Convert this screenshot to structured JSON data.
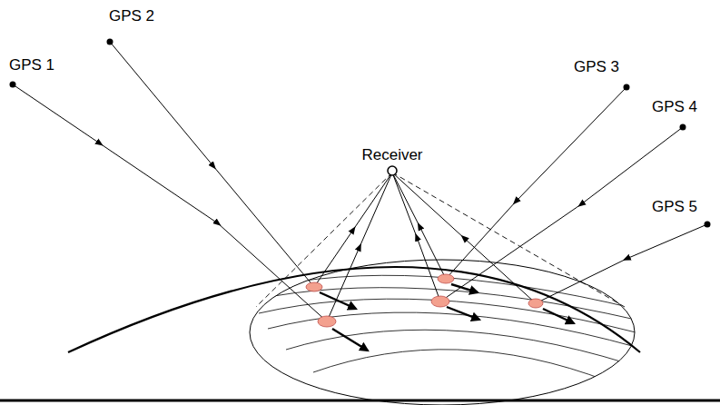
{
  "diagram": {
    "labels": [
      "GPS 1",
      "GPS 2",
      "GPS 3",
      "GPS 4",
      "GPS 5",
      "Receiver"
    ]
  }
}
